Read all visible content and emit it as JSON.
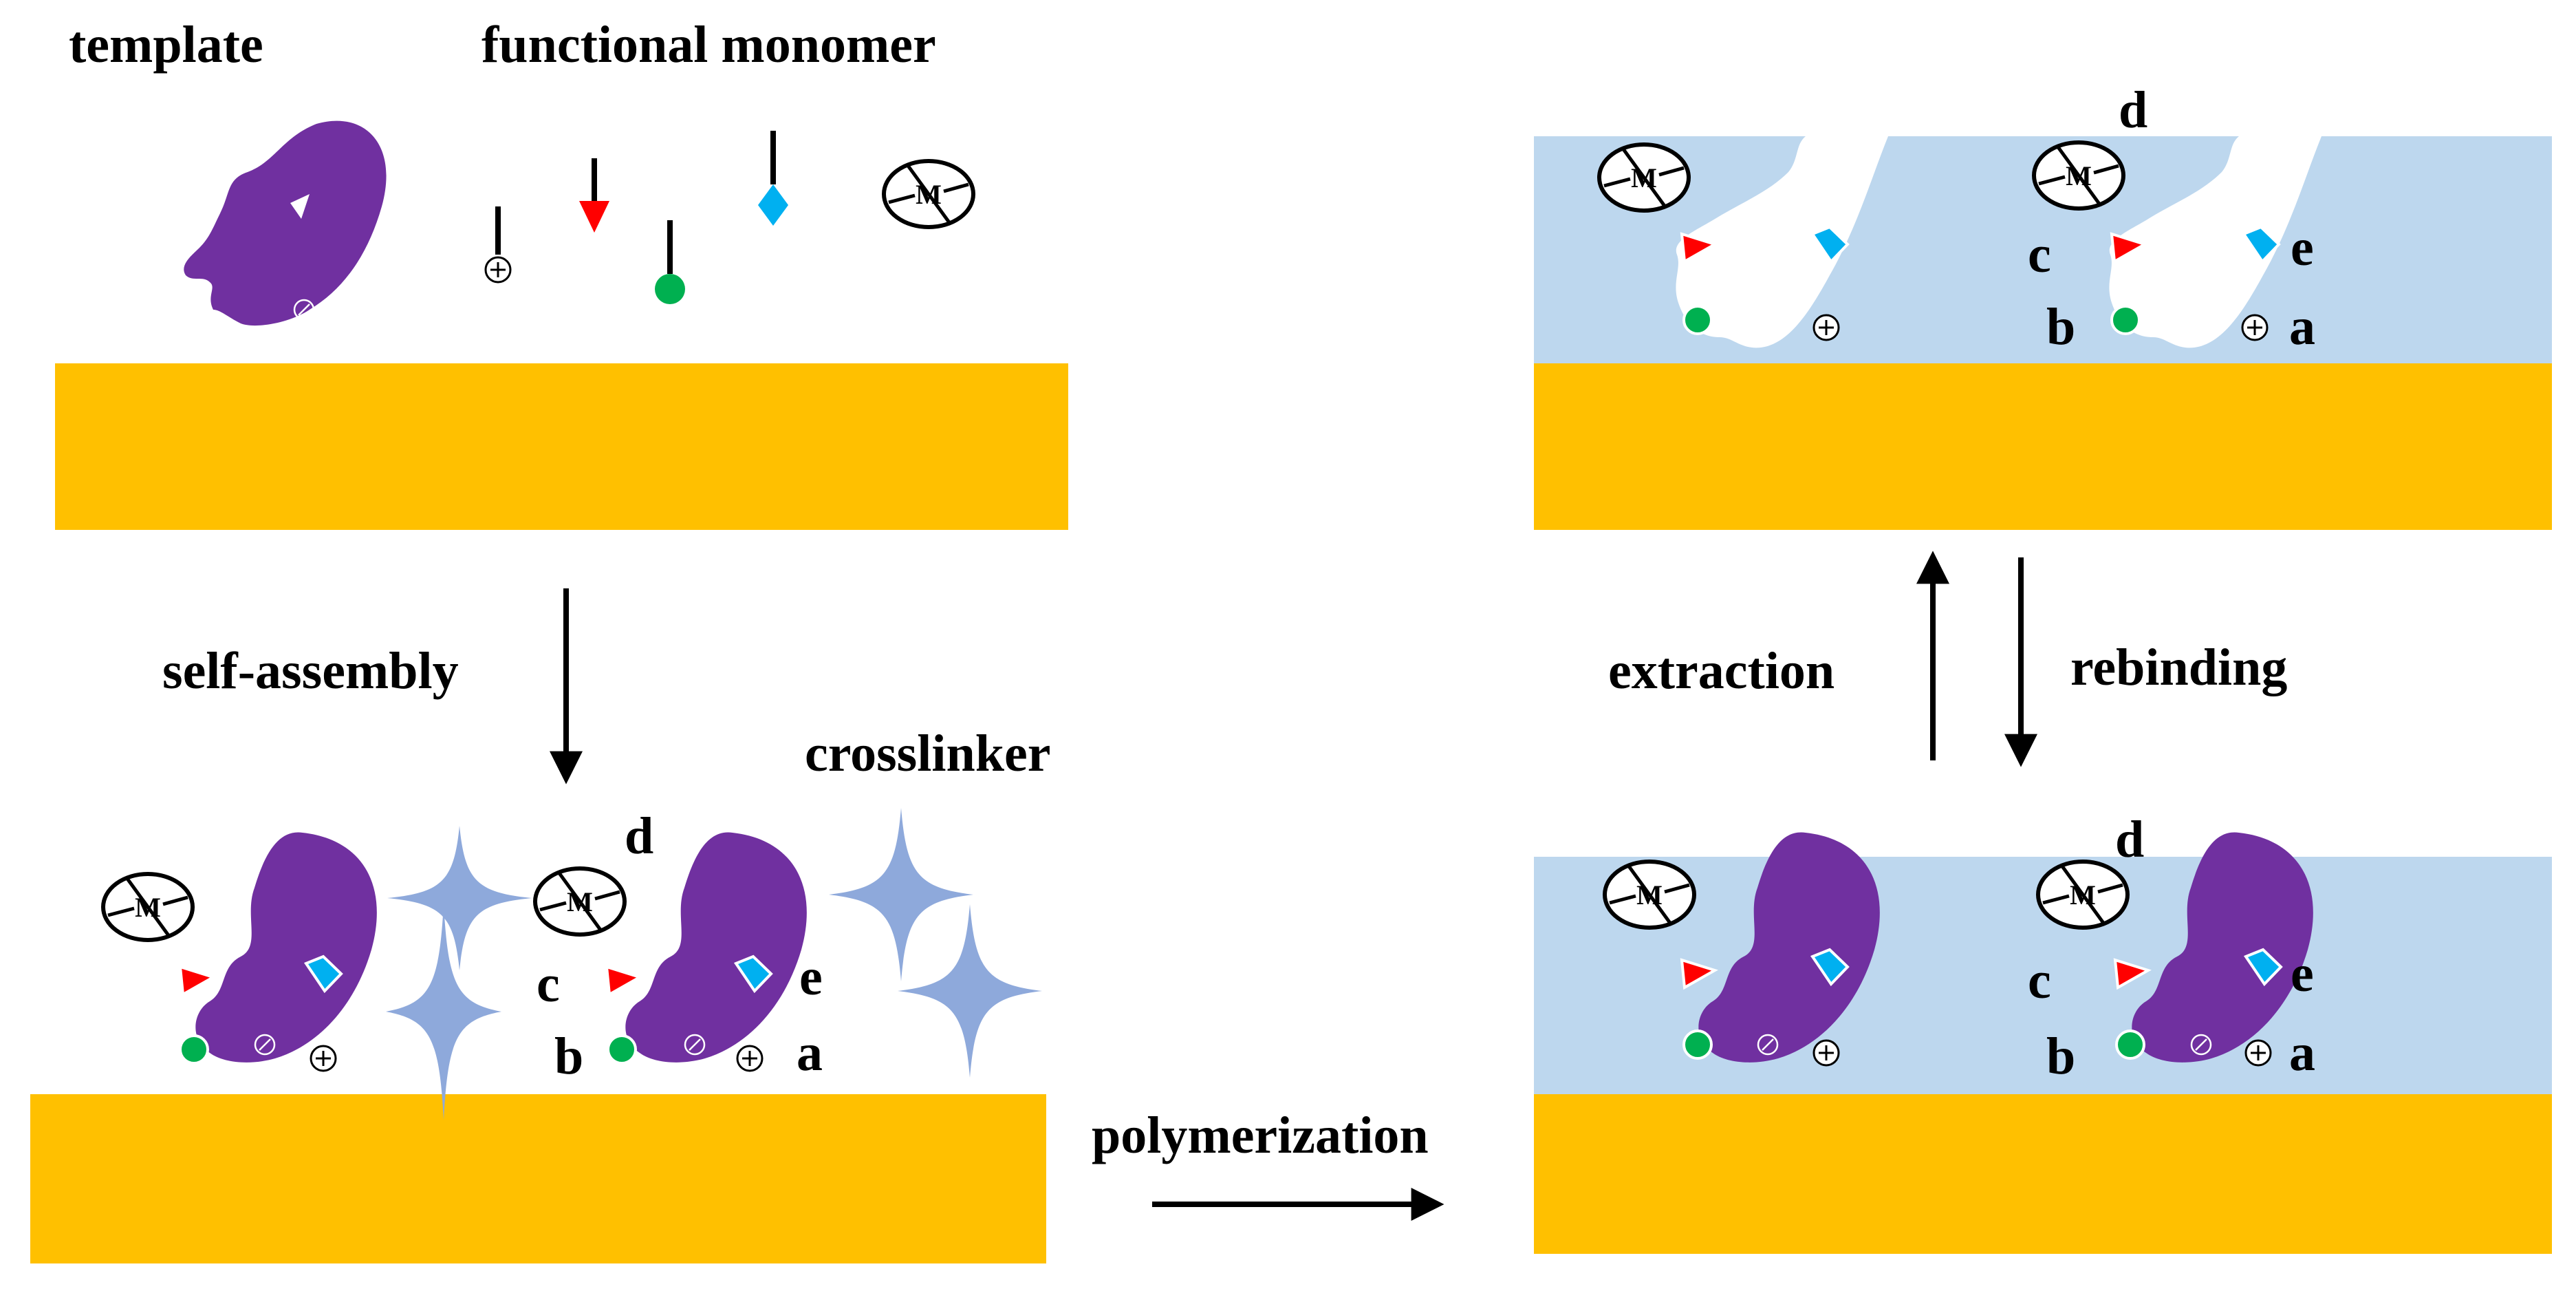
{
  "labels": {
    "template": "template",
    "functional_monomer": "functional monomer",
    "self_assembly": "self-assembly",
    "crosslinker": "crosslinker",
    "polymerization": "polymerization",
    "extraction": "extraction",
    "rebinding": "rebinding"
  },
  "site_letters": {
    "a": "a",
    "b": "b",
    "c": "c",
    "d": "d",
    "e": "e"
  },
  "symbols": {
    "metal": "M",
    "plus": "+",
    "slash": "/"
  },
  "colors": {
    "substrate": "#FFC000",
    "polymer_layer": "#BDD7EE",
    "template": "#7030A0",
    "crosslinker": "#8EA9DB",
    "triangle_monomer": "#FF0000",
    "diamond_monomer": "#00B0F0",
    "circle_monomer": "#00B050"
  }
}
